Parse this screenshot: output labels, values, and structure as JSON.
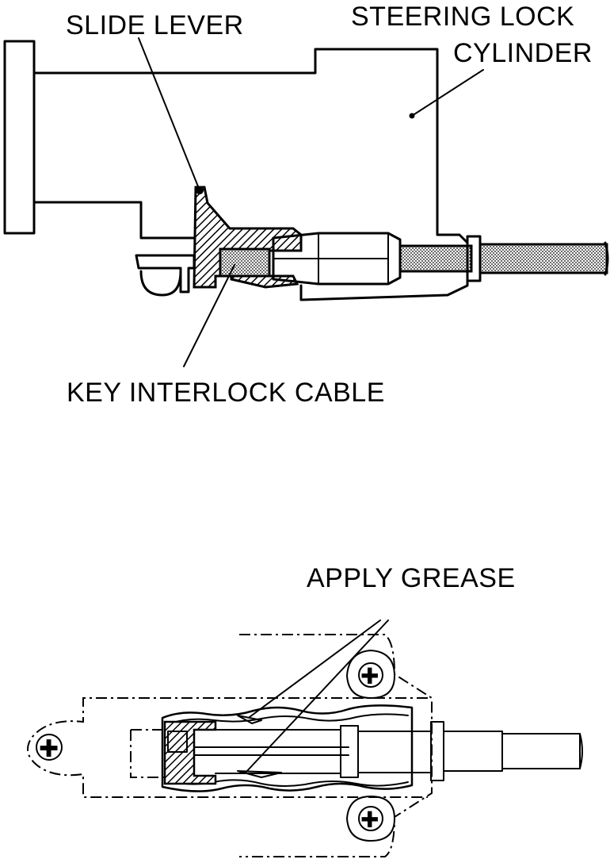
{
  "figure_top": {
    "labels": {
      "slide_lever": "SLIDE LEVER",
      "steering_lock_line1": "STEERING LOCK",
      "steering_lock_line2": "CYLINDER",
      "key_interlock_cable": "KEY INTERLOCK CABLE"
    }
  },
  "figure_bottom": {
    "labels": {
      "apply_grease": "APPLY GREASE"
    }
  },
  "colors": {
    "ink": "#000000",
    "background": "#ffffff"
  }
}
